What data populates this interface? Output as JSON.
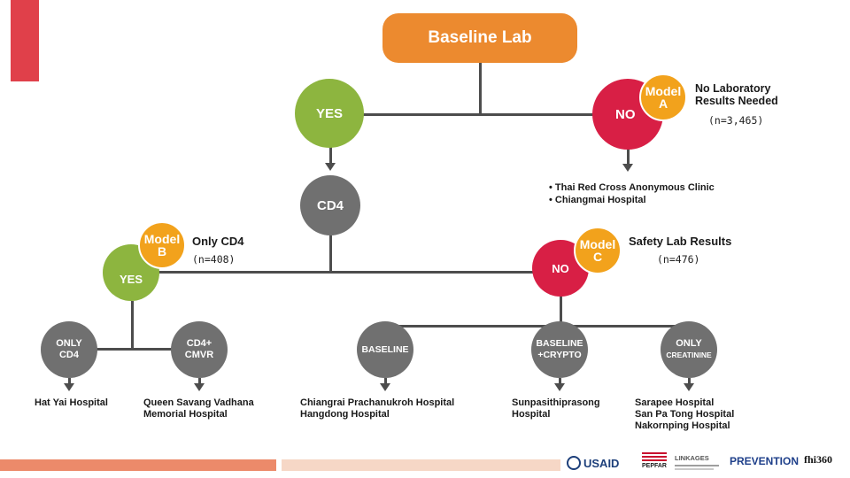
{
  "header": {
    "title": "Baseline Lab"
  },
  "top": {
    "yes": "YES",
    "no": "NO",
    "model_a": {
      "line1": "Model",
      "line2": "A"
    },
    "no_lab": [
      "No Laboratory",
      "Results Needed"
    ],
    "no_lab_n": "(n=3,465)",
    "clinics": [
      "• Thai Red Cross Anonymous Clinic",
      "• Chiangmai Hospital"
    ]
  },
  "cd4": "CD4",
  "left_branch": {
    "yes": "YES",
    "model_b": {
      "line1": "Model",
      "line2": "B"
    },
    "title": "Only CD4",
    "n": "(n=408)"
  },
  "right_branch": {
    "no": "NO",
    "model_c": {
      "line1": "Model",
      "line2": "C"
    },
    "title": "Safety Lab Results",
    "n": "(n=476)"
  },
  "leaves": [
    {
      "line1": "ONLY",
      "line2": "CD4",
      "hospitals": [
        "Hat Yai Hospital"
      ]
    },
    {
      "line1": "CD4+",
      "line2": "CMVR",
      "hospitals": [
        "Queen Savang Vadhana",
        "Memorial Hospital"
      ]
    },
    {
      "line1": "BASELINE",
      "line2": "",
      "hospitals": [
        "Chiangrai Prachanukroh Hospital",
        "Hangdong Hospital"
      ]
    },
    {
      "line1": "BASELINE",
      "line2": "+CRYPTO",
      "hospitals": [
        "Sunpasithiprasong",
        "Hospital"
      ]
    },
    {
      "line1": "ONLY",
      "line2": "CREATININE",
      "hospitals": [
        "Sarapee Hospital",
        "San Pa Tong Hospital",
        "Nakornping Hospital"
      ]
    }
  ],
  "footer": {
    "logos": [
      "USAID",
      "PEPFAR",
      "LINKAGES",
      "PREVENTION",
      "fhi360"
    ]
  },
  "colors": {
    "orange": "#ec8a2f",
    "green": "#8db53f",
    "red": "#d81f45",
    "grey": "#707070",
    "model": "#f2a21c"
  }
}
